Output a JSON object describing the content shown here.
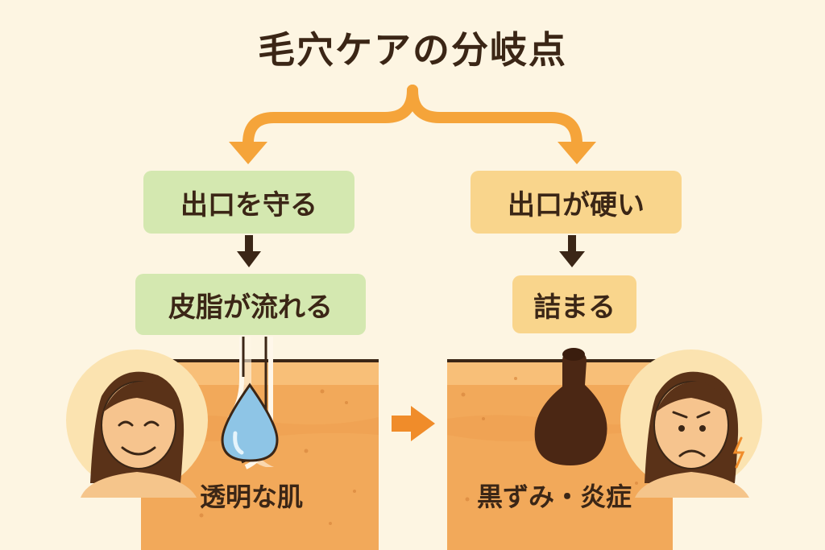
{
  "title": "毛穴ケアの分岐点",
  "left_branch": {
    "step1": "出口を守る",
    "step2": "皮脂が流れる",
    "result": "透明な肌"
  },
  "right_branch": {
    "step1": "出口が硬い",
    "step2": "詰まる",
    "result": "黒ずみ・炎症"
  },
  "colors": {
    "background": "#fdf5e2",
    "arrow_orange": "#f5a43a",
    "green_box": "#d4e8b0",
    "orange_box": "#f9d58c",
    "skin": "#f2a95a",
    "dark_brown": "#3b2616"
  },
  "icons": [
    "happy-face-icon",
    "worried-face-icon",
    "water-drop-icon",
    "clogged-pore-icon",
    "lightning-icon",
    "right-arrow-icon"
  ]
}
